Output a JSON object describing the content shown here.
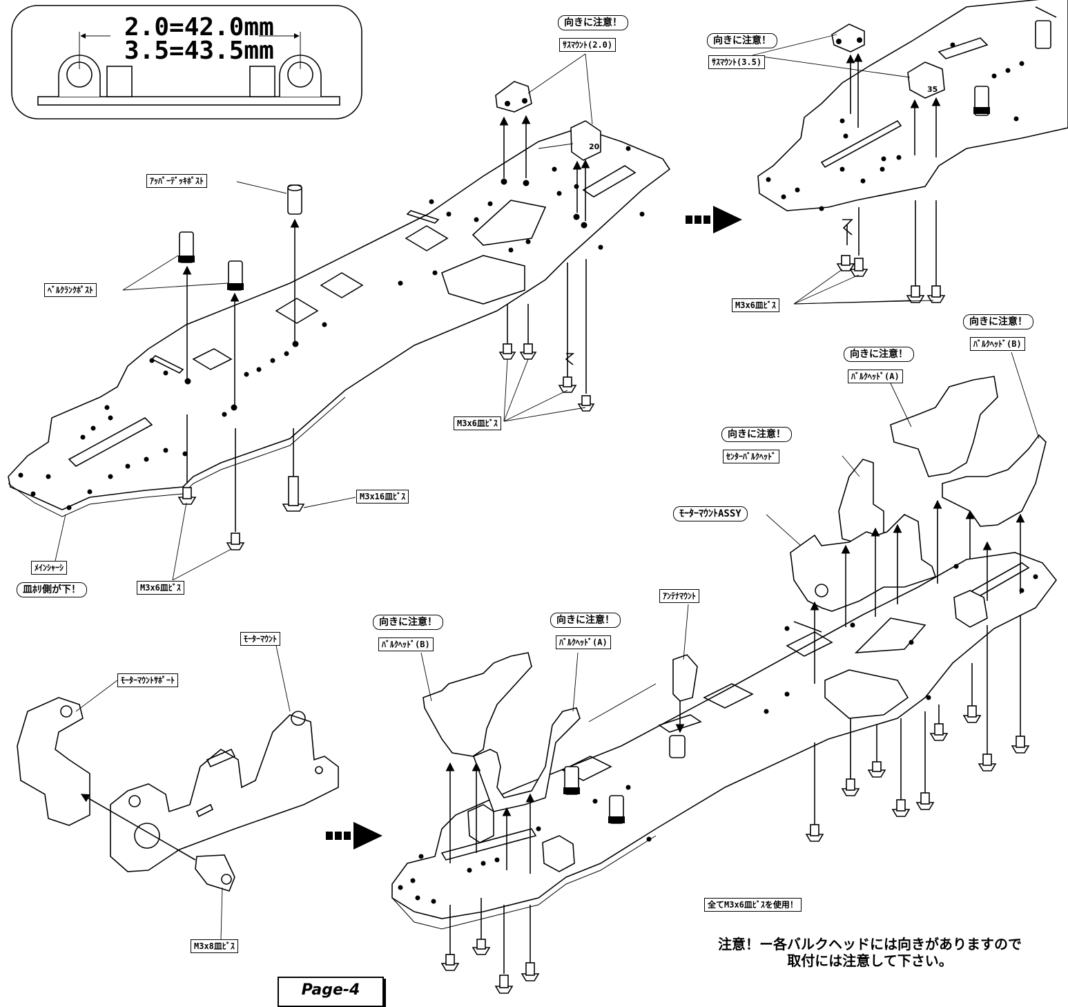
{
  "dimension_box": {
    "line1": "2.0=42.0mm",
    "line2": "3.5=43.5mm"
  },
  "labels": {
    "caution": "向きに注意！",
    "sus_mount_20": "ｻｽﾏｳﾝﾄ(2.0)",
    "sus_mount_35": "ｻｽﾏｳﾝﾄ(3.5)",
    "upper_deck_post": "ｱｯﾊﾟｰﾃﾞｯｷﾎﾟｽﾄ",
    "bellcrank_post": "ﾍﾞﾙｸﾗﾝｸﾎﾟｽﾄ",
    "m3x6": "M3x6皿ﾋﾞｽ",
    "m3x16": "M3x16皿ﾋﾞｽ",
    "m3x8": "M3x8皿ﾋﾞｽ",
    "main_chassis": "ﾒｲﾝｼｬｰｼ",
    "countersink_down": "皿ﾎﾘ側が下！",
    "bulkhead_a": "ﾊﾞﾙｸﾍｯﾄﾞ(A)",
    "bulkhead_b": "ﾊﾞﾙｸﾍｯﾄﾞ(B)",
    "center_bulkhead": "ｾﾝﾀｰﾊﾞﾙｸﾍｯﾄﾞ",
    "motor_mount_assy": "ﾓｰﾀｰﾏｳﾝﾄASSY",
    "antenna_mount": "ｱﾝﾃﾅﾏｳﾝﾄ",
    "motor_mount": "ﾓｰﾀｰﾏｳﾝﾄ",
    "motor_mount_support": "ﾓｰﾀｰﾏｳﾝﾄｻﾎﾟｰﾄ",
    "all_m3x6": "全てM3x6皿ﾋﾞｽを使用！"
  },
  "mount_marks": {
    "mark_20": "20",
    "mark_35": "35"
  },
  "footer_note": {
    "line1": "注意！ー各バルクヘッドには向きがありますので",
    "line2": "取付には注意して下さい。"
  },
  "page_label": "Page-4"
}
